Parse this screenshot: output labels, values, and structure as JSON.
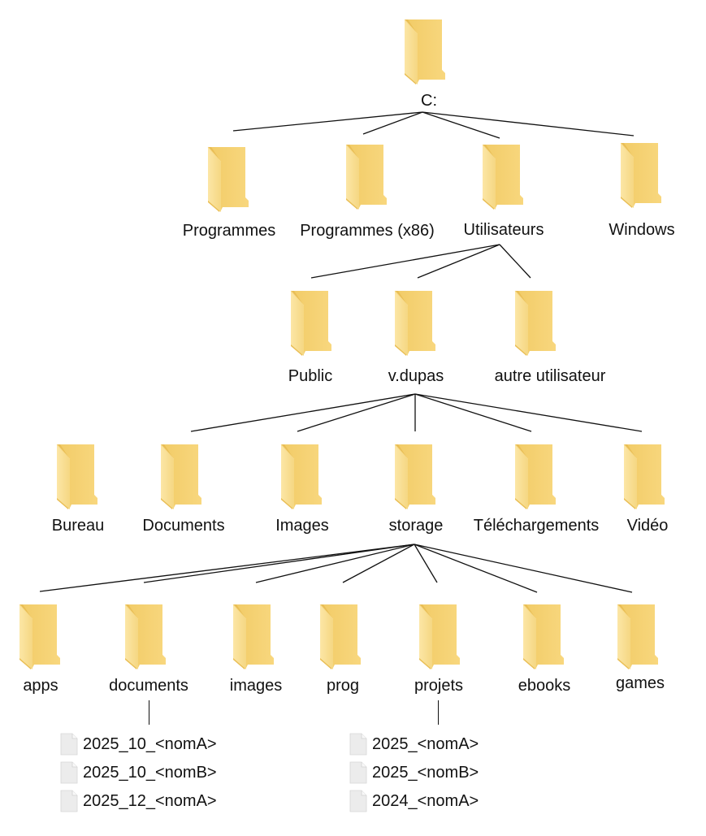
{
  "diagram": {
    "type": "folder-tree",
    "colors": {
      "folder_back": "#E8B84A",
      "folder_front": "#F6D274",
      "folder_front_light": "#FBE39A",
      "line": "#111111",
      "file_icon": "#E8E8E8"
    },
    "nodes": {
      "root": {
        "label": "C:",
        "icon": "folder-icon"
      },
      "programmes": {
        "label": "Programmes",
        "icon": "folder-icon"
      },
      "programmes_x86": {
        "label": "Programmes (x86)",
        "icon": "folder-icon"
      },
      "utilisateurs": {
        "label": "Utilisateurs",
        "icon": "folder-icon"
      },
      "windows": {
        "label": "Windows",
        "icon": "folder-icon"
      },
      "public": {
        "label": "Public",
        "icon": "folder-icon"
      },
      "vdupas": {
        "label": "v.dupas",
        "icon": "folder-icon"
      },
      "autre": {
        "label": "autre utilisateur",
        "icon": "folder-icon"
      },
      "bureau": {
        "label": "Bureau",
        "icon": "folder-icon"
      },
      "documents_u": {
        "label": "Documents",
        "icon": "folder-icon"
      },
      "images_u": {
        "label": "Images",
        "icon": "folder-icon"
      },
      "storage": {
        "label": "storage",
        "icon": "folder-icon"
      },
      "telechargements": {
        "label": "Téléchargements",
        "icon": "folder-icon"
      },
      "video": {
        "label": "Vidéo",
        "icon": "folder-icon"
      },
      "apps": {
        "label": "apps",
        "icon": "folder-icon"
      },
      "documents": {
        "label": "documents",
        "icon": "folder-icon"
      },
      "images": {
        "label": "images",
        "icon": "folder-icon"
      },
      "prog": {
        "label": "prog",
        "icon": "folder-icon"
      },
      "projets": {
        "label": "projets",
        "icon": "folder-icon"
      },
      "ebooks": {
        "label": "ebooks",
        "icon": "folder-icon"
      },
      "games": {
        "label": "games",
        "icon": "folder-icon"
      }
    },
    "edges": [
      [
        "root",
        "programmes"
      ],
      [
        "root",
        "programmes_x86"
      ],
      [
        "root",
        "utilisateurs"
      ],
      [
        "root",
        "windows"
      ],
      [
        "utilisateurs",
        "public"
      ],
      [
        "utilisateurs",
        "vdupas"
      ],
      [
        "utilisateurs",
        "autre"
      ],
      [
        "vdupas",
        "documents_u"
      ],
      [
        "vdupas",
        "images_u"
      ],
      [
        "vdupas",
        "storage"
      ],
      [
        "vdupas",
        "telechargements"
      ],
      [
        "vdupas",
        "video"
      ],
      [
        "storage",
        "apps"
      ],
      [
        "storage",
        "documents"
      ],
      [
        "storage",
        "images"
      ],
      [
        "storage",
        "prog"
      ],
      [
        "storage",
        "projets"
      ],
      [
        "storage",
        "ebooks"
      ],
      [
        "storage",
        "games"
      ]
    ],
    "files": {
      "documents": [
        "2025_10_<nomA>",
        "2025_10_<nomB>",
        "2025_12_<nomA>"
      ],
      "projets": [
        "2025_<nomA>",
        "2025_<nomB>",
        "2024_<nomA>"
      ]
    }
  }
}
